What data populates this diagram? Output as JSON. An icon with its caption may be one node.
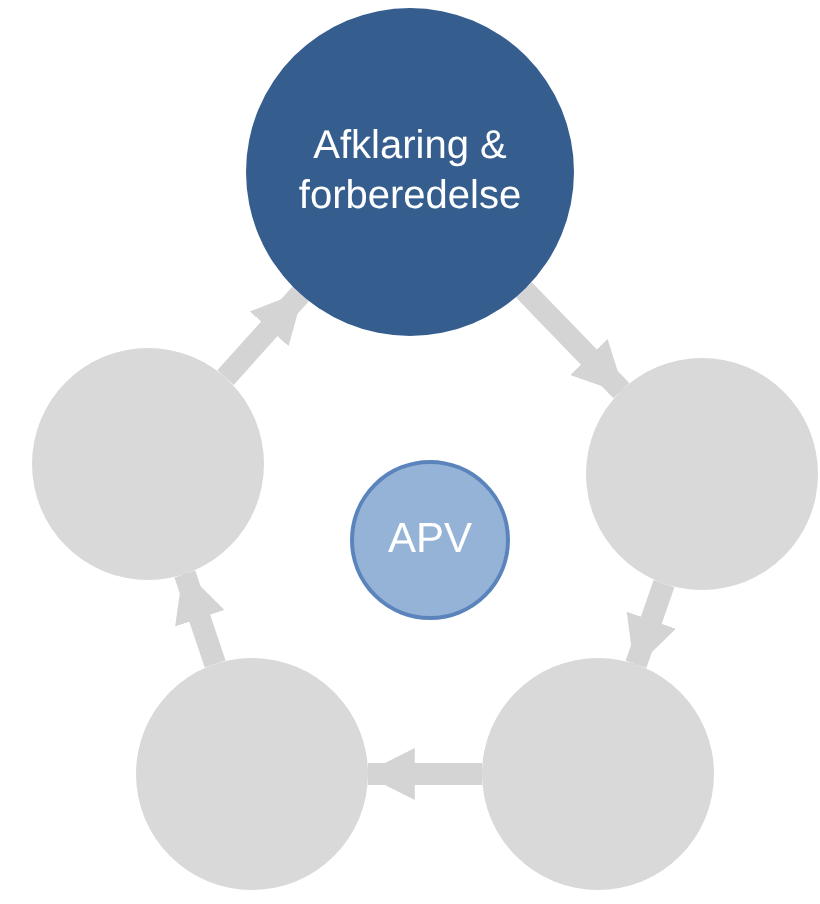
{
  "diagram": {
    "nodes": [
      {
        "text": [
          "Afklaring & forberedelse"
        ]
      },
      {
        "text": [],
        "shape": "circle"
      },
      {
        "text": [],
        "shape": "circle"
      },
      {
        "text": [],
        "shape": "circle"
      },
      {
        "text": [],
        "shape": "circle"
      },
      {
        "text": [
          "APV"
        ]
      }
    ],
    "edges": [
      {
        "from": 0,
        "to": 1,
        "arrow": "to"
      },
      {
        "from": 1,
        "to": 2,
        "arrow": "to"
      },
      {
        "from": 2,
        "to": 3,
        "arrow": "to"
      },
      {
        "from": 3,
        "to": 4,
        "arrow": "to"
      },
      {
        "from": 4,
        "to": 0,
        "arrow": "to"
      }
    ]
  }
}
